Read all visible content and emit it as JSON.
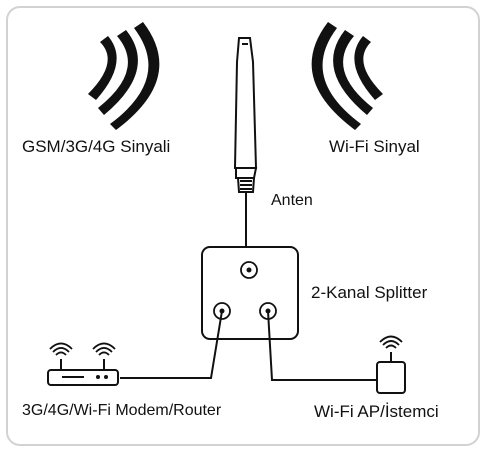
{
  "labels": {
    "gsm_signal": "GSM/3G/4G Sinyali",
    "wifi_signal": "Wi-Fi Sinyal",
    "antenna": "Anten",
    "splitter": "2-Kanal Splitter",
    "modem_router": "3G/4G/Wi-Fi Modem/Router",
    "wifi_ap": "Wi-Fi AP/İstemci"
  },
  "colors": {
    "line": "#111111",
    "frame": "#d2d2d2"
  },
  "icons": [
    "signal-waves-icon",
    "antenna-icon",
    "splitter-box-icon",
    "wifi-icon",
    "router-icon",
    "access-point-icon"
  ]
}
